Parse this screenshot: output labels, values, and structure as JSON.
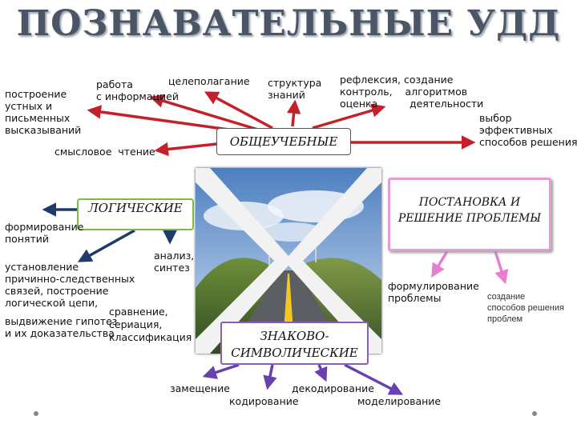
{
  "title": "ПОЗНАВАТЕЛЬНЫЕ УДД",
  "boxes": {
    "general": "ОБЩЕУЧЕБНЫЕ",
    "logical": "ЛОГИЧЕСКИЕ",
    "problem": "ПОСТАНОВКА И\nРЕШЕНИЕ ПРОБЛЕМЫ",
    "symbolic": "ЗНАКОВО-\nСИМВОЛИЧЕСКИЕ"
  },
  "general_items": {
    "speech": "построение\nустных и\nписьменных\nвысказываний",
    "info": "работа\nс информацией",
    "goal": "целеполагание",
    "knowledge": "структура\nзнаний",
    "reflection": "рефлексия, создание\nконтроль,    алгоритмов\nоценка          деятельности",
    "choice": "выбор\nэффективных\nспособов решения",
    "reading": "смысловое  чтение"
  },
  "logical_items": {
    "concepts": "формирование\nпонятий",
    "analysis": "анализ,\nсинтез",
    "causal": "установление\nпричинно-следственных\nсвязей, построение\nлогической цепи,",
    "hypothesis": "выдвижение гипотез\nи их доказательства",
    "comparison": "сравнение,",
    "seriation": "сериация,",
    "classification": "классификация"
  },
  "problem_items": {
    "formulation": "формулирование\nпроблемы",
    "creation": "создание\nспособов решения\nпроблем"
  },
  "symbolic_items": {
    "substitution": "замещение",
    "coding": "кодирование",
    "decoding": "декодирование",
    "modeling": "моделирование"
  },
  "colors": {
    "general_arrow": "#c4202a",
    "logical_arrow": "#1f3a6b",
    "logical_border": "#7bbd3c",
    "problem_border": "#e69bd4",
    "problem_arrow": "#e67fd0",
    "symbolic_arrow": "#6a3fb0",
    "title": "#4a5566"
  }
}
